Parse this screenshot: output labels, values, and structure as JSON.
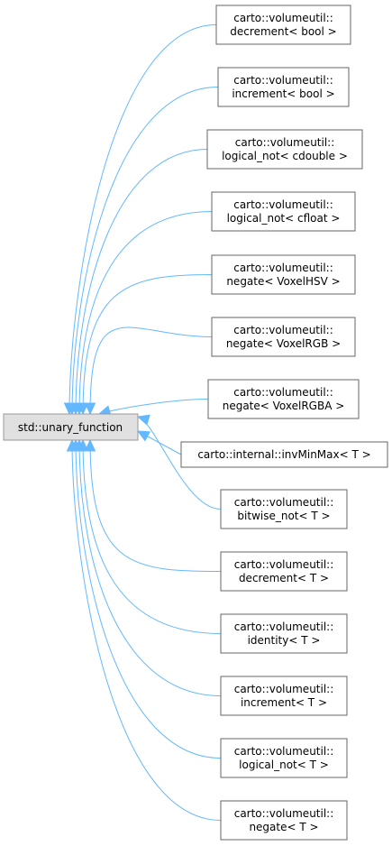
{
  "base_class": {
    "label": "std::unary_function"
  },
  "derived_classes": [
    {
      "lines": [
        "carto::volumeutil::",
        "decrement< bool >"
      ]
    },
    {
      "lines": [
        "carto::volumeutil::",
        "increment< bool >"
      ]
    },
    {
      "lines": [
        "carto::volumeutil::",
        "logical_not< cdouble >"
      ]
    },
    {
      "lines": [
        "carto::volumeutil::",
        "logical_not< cfloat >"
      ]
    },
    {
      "lines": [
        "carto::volumeutil::",
        "negate< VoxelHSV >"
      ]
    },
    {
      "lines": [
        "carto::volumeutil::",
        "negate< VoxelRGB >"
      ]
    },
    {
      "lines": [
        "carto::volumeutil::",
        "negate< VoxelRGBA >"
      ]
    },
    {
      "lines": [
        "carto::internal::invMinMax< T >"
      ]
    },
    {
      "lines": [
        "carto::volumeutil::",
        "bitwise_not< T >"
      ]
    },
    {
      "lines": [
        "carto::volumeutil::",
        "decrement< T >"
      ]
    },
    {
      "lines": [
        "carto::volumeutil::",
        "identity< T >"
      ]
    },
    {
      "lines": [
        "carto::volumeutil::",
        "increment< T >"
      ]
    },
    {
      "lines": [
        "carto::volumeutil::",
        "logical_not< T >"
      ]
    },
    {
      "lines": [
        "carto::volumeutil::",
        "negate< T >"
      ]
    }
  ],
  "colors": {
    "edge": "#63b8ff",
    "base_fill": "#e0e0e0",
    "node_border": "#666666"
  }
}
